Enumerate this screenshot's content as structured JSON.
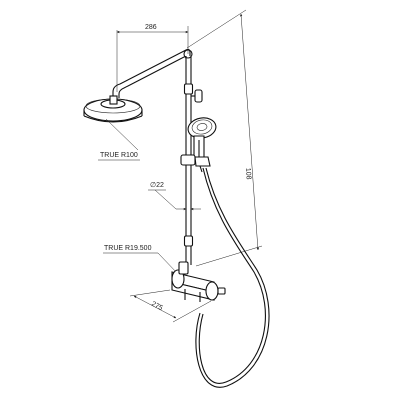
{
  "dimensions": {
    "arm_length": "286",
    "rail_height": "108",
    "pipe_diameter": "∅22",
    "valve_length": "275"
  },
  "callouts": {
    "head_radius": "TRUE R100",
    "valve_radius": "TRUE R19.500"
  },
  "colors": {
    "line": "#111111",
    "background": "#ffffff"
  }
}
